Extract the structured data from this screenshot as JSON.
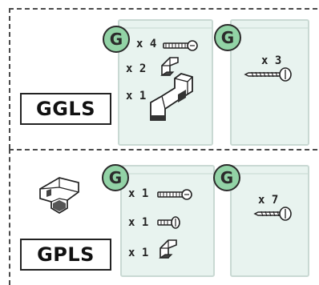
{
  "sections": [
    {
      "label": "GGLS",
      "bags": [
        {
          "badge": "G",
          "items": [
            {
              "qty": "x 4",
              "part": "screw-icon"
            },
            {
              "qty": "x 2",
              "part": "small-clip-icon"
            },
            {
              "qty": "x 1",
              "part": "large-bracket-icon"
            }
          ]
        },
        {
          "badge": "G",
          "items": [
            {
              "qty": "x 3",
              "part": "long-screw-icon"
            }
          ]
        }
      ]
    },
    {
      "label": "GPLS",
      "bags": [
        {
          "badge": "G",
          "items": [
            {
              "qty": "x 1",
              "part": "screw-icon"
            },
            {
              "qty": "x 1",
              "part": "short-screw-icon"
            },
            {
              "qty": "x 1",
              "part": "small-clip-icon"
            }
          ]
        },
        {
          "badge": "G",
          "items": [
            {
              "qty": "x 7",
              "part": "long-screw-icon"
            }
          ]
        }
      ]
    }
  ],
  "colors": {
    "bag": "#e8f3ef",
    "badge": "#92d3a6",
    "outline": "#2b2b2b"
  }
}
